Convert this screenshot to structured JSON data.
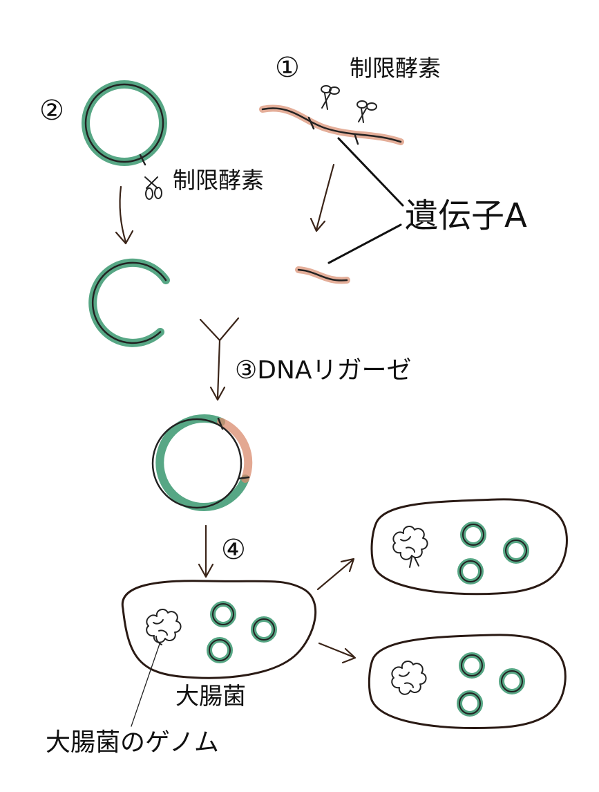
{
  "labels": {
    "step1": "①",
    "step2": "②",
    "step3": "③DNAリガーゼ",
    "step4": "④",
    "enzyme_top": "制限酵素",
    "enzyme_left": "制限酵素",
    "gene": "遺伝子A",
    "ecoli": "大腸菌",
    "ecoli_genome": "大腸菌のゲノム"
  },
  "colors": {
    "plasmid": "#1f8a5c",
    "gene": "#d98b6e",
    "ink": "#2a1a14"
  },
  "icons": [
    "scissors-icon",
    "arrow-icon"
  ]
}
